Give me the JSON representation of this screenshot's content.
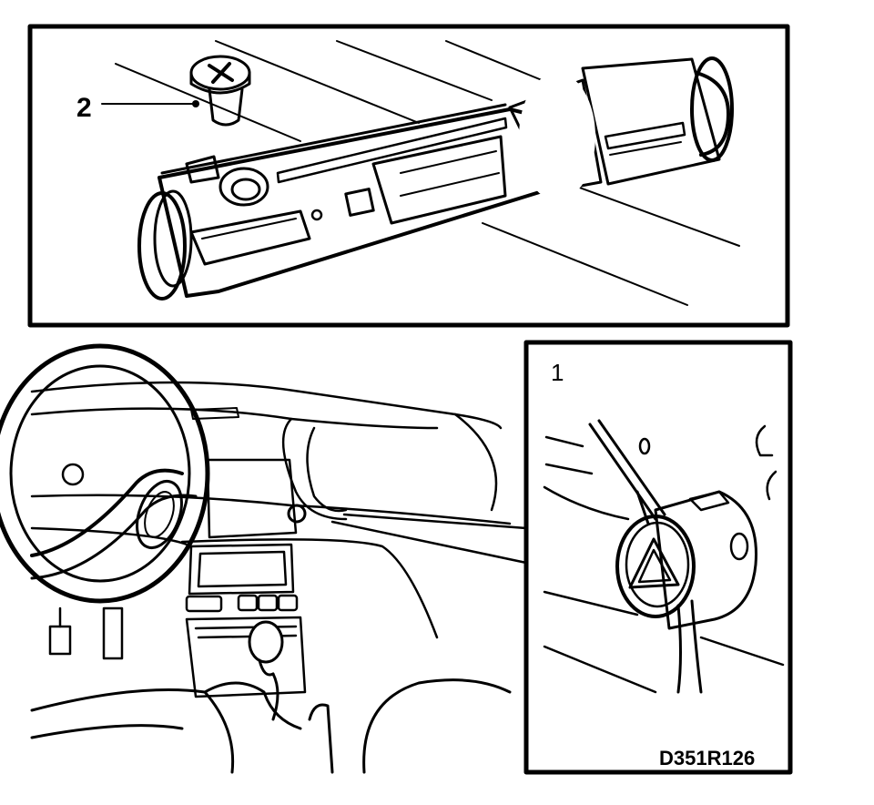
{
  "diagram": {
    "labels": {
      "switch_screw_callout": "2",
      "hazard_detail_callout": "1",
      "figure_code": "D351R126"
    },
    "colors": {
      "ink": "#000000",
      "paper": "#ffffff"
    }
  }
}
